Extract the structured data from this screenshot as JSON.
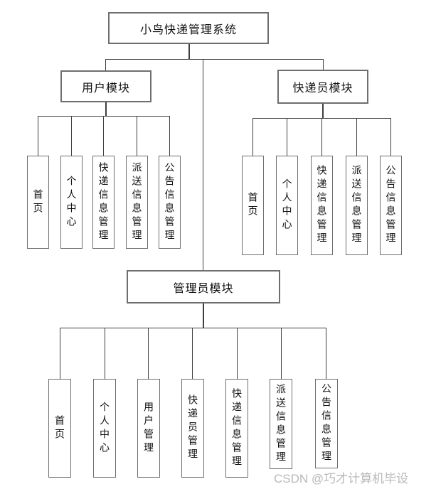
{
  "diagram": {
    "root": {
      "label": "小鸟快递管理系统"
    },
    "modules": [
      {
        "label": "用户模块",
        "children": [
          "首页",
          "个人中心",
          "快递信息管理",
          "派送信息管理",
          "公告信息管理"
        ]
      },
      {
        "label": "快递员模块",
        "children": [
          "首页",
          "个人中心",
          "快递信息管理",
          "派送信息管理",
          "公告信息管理"
        ]
      },
      {
        "label": "管理员模块",
        "children": [
          "首页",
          "个人中心",
          "用户管理",
          "快递员管理",
          "快递信息管理",
          "派送信息管理",
          "公告信息管理"
        ]
      }
    ],
    "watermark": {
      "text": "CSDN @巧才计算机毕设"
    }
  },
  "colors": {
    "border": "#6e6e6e",
    "line": "#3f3f3f",
    "text": "#111111",
    "watermark": "#b9b9b9"
  }
}
